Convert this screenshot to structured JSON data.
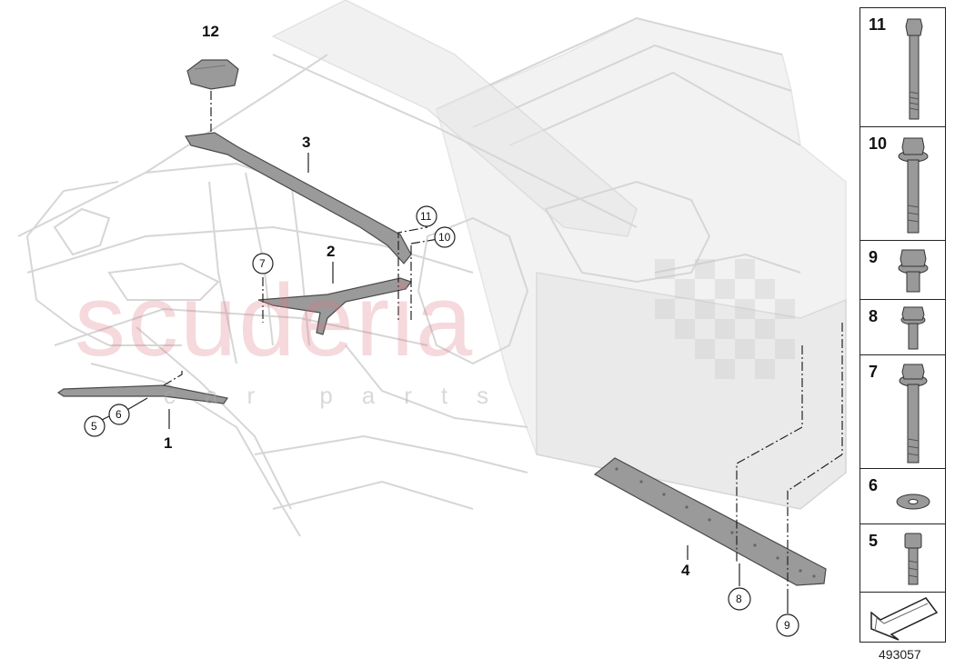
{
  "diagram": {
    "callouts": {
      "p1": "1",
      "p2": "2",
      "p3": "3",
      "p4": "4",
      "p5": "5",
      "p6": "6",
      "p7": "7",
      "p8": "8",
      "p9": "9",
      "p10": "10",
      "p11": "11",
      "p12": "12"
    }
  },
  "legend": {
    "items": [
      "11",
      "10",
      "9",
      "8",
      "7",
      "6",
      "5"
    ]
  },
  "watermark": {
    "text": "scuderia",
    "subtext": "car parts"
  },
  "catalog_number": "493057",
  "colors": {
    "part": "#9a9a9a",
    "ghost": "#d6d6d6",
    "watermark": "#dc7882"
  }
}
